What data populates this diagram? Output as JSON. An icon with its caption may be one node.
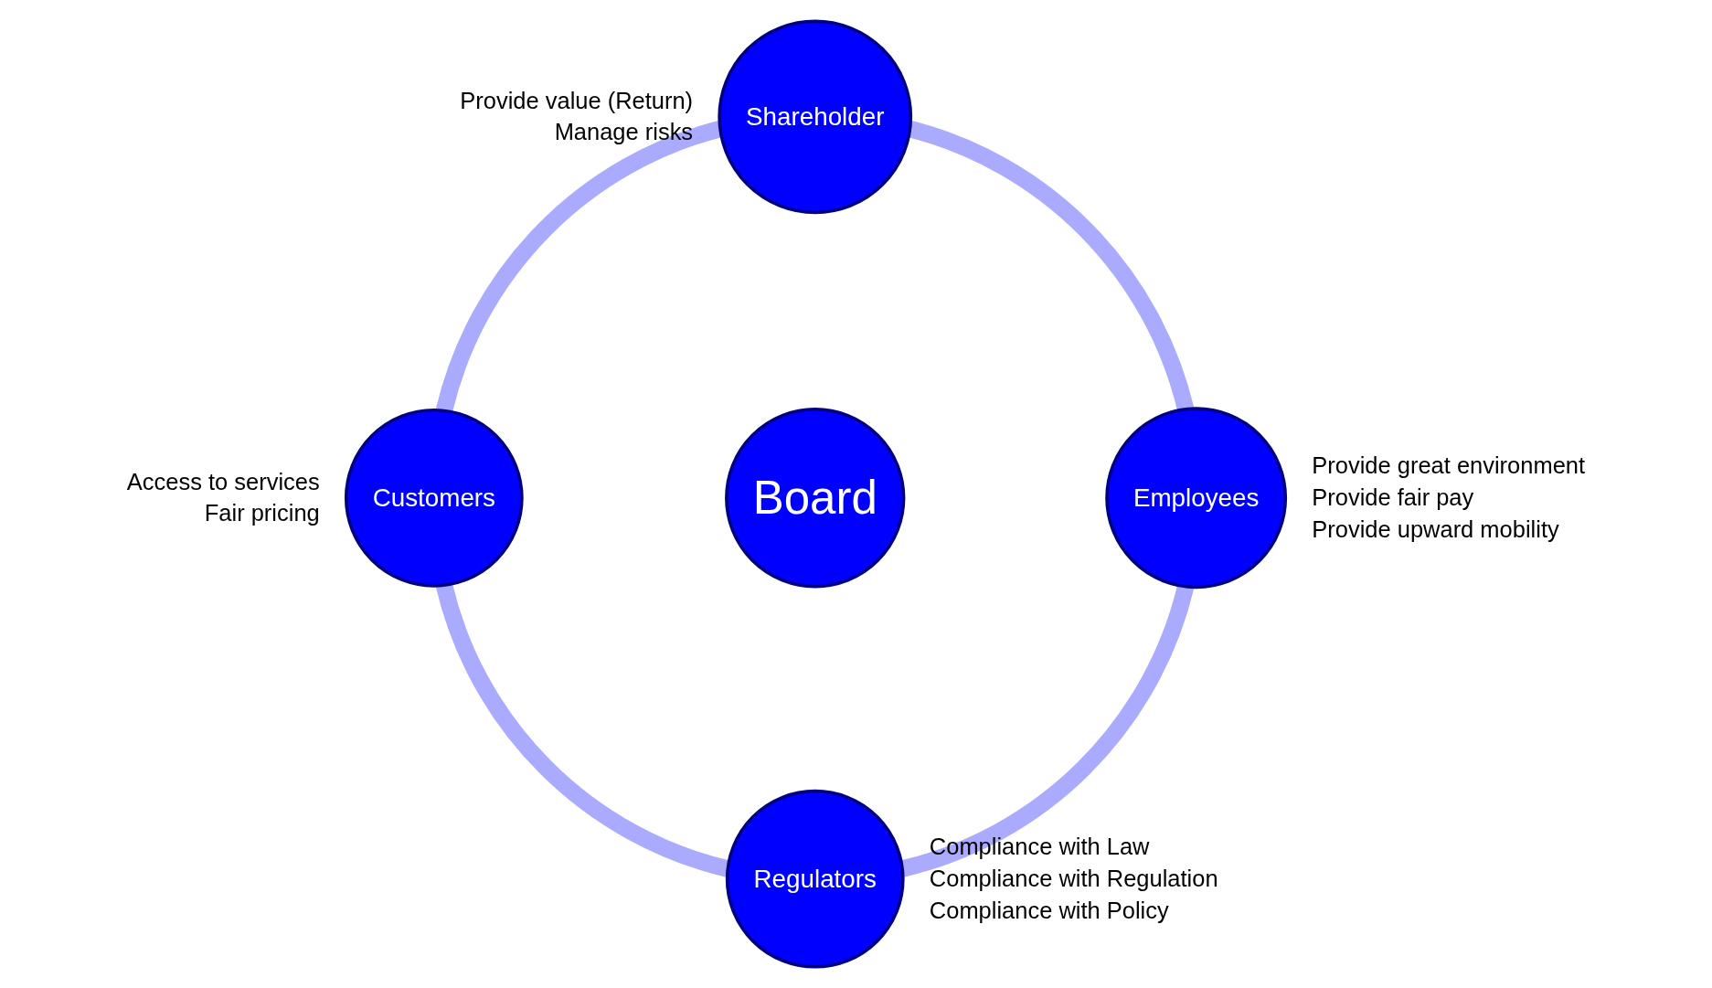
{
  "diagram": {
    "nodes": [
      {
        "text": [
          "Shareholder"
        ],
        "beside": [
          "Provide value (Return)",
          "Manage risks"
        ]
      },
      {
        "text": [
          "Customers"
        ],
        "beside": [
          "Access to services",
          "Fair pricing"
        ]
      },
      {
        "text": [
          "Board"
        ]
      },
      {
        "text": [
          "Employees"
        ],
        "beside": [
          "Provide great environment",
          "Provide fair pay",
          "Provide upward mobility"
        ]
      },
      {
        "text": [
          "Regulators"
        ],
        "beside": [
          "Compliance with Law",
          "Compliance with Regulation",
          "Compliance with Policy"
        ]
      }
    ],
    "edges": [
      {
        "from": 0,
        "to": 1,
        "arrow": "none"
      },
      {
        "from": 0,
        "to": 3,
        "arrow": "none"
      },
      {
        "from": 1,
        "to": 4,
        "arrow": "none"
      },
      {
        "from": 3,
        "to": 4,
        "arrow": "none"
      }
    ]
  }
}
